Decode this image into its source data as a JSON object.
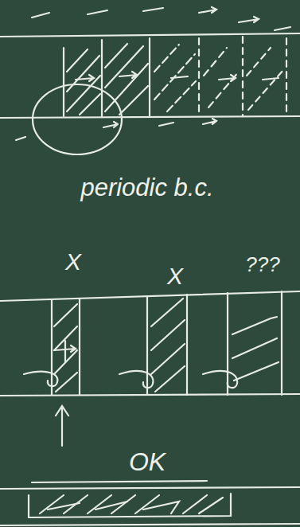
{
  "diagram": {
    "labels": [
      "periodic b.c.",
      "X",
      "X",
      "???",
      "OK"
    ]
  }
}
